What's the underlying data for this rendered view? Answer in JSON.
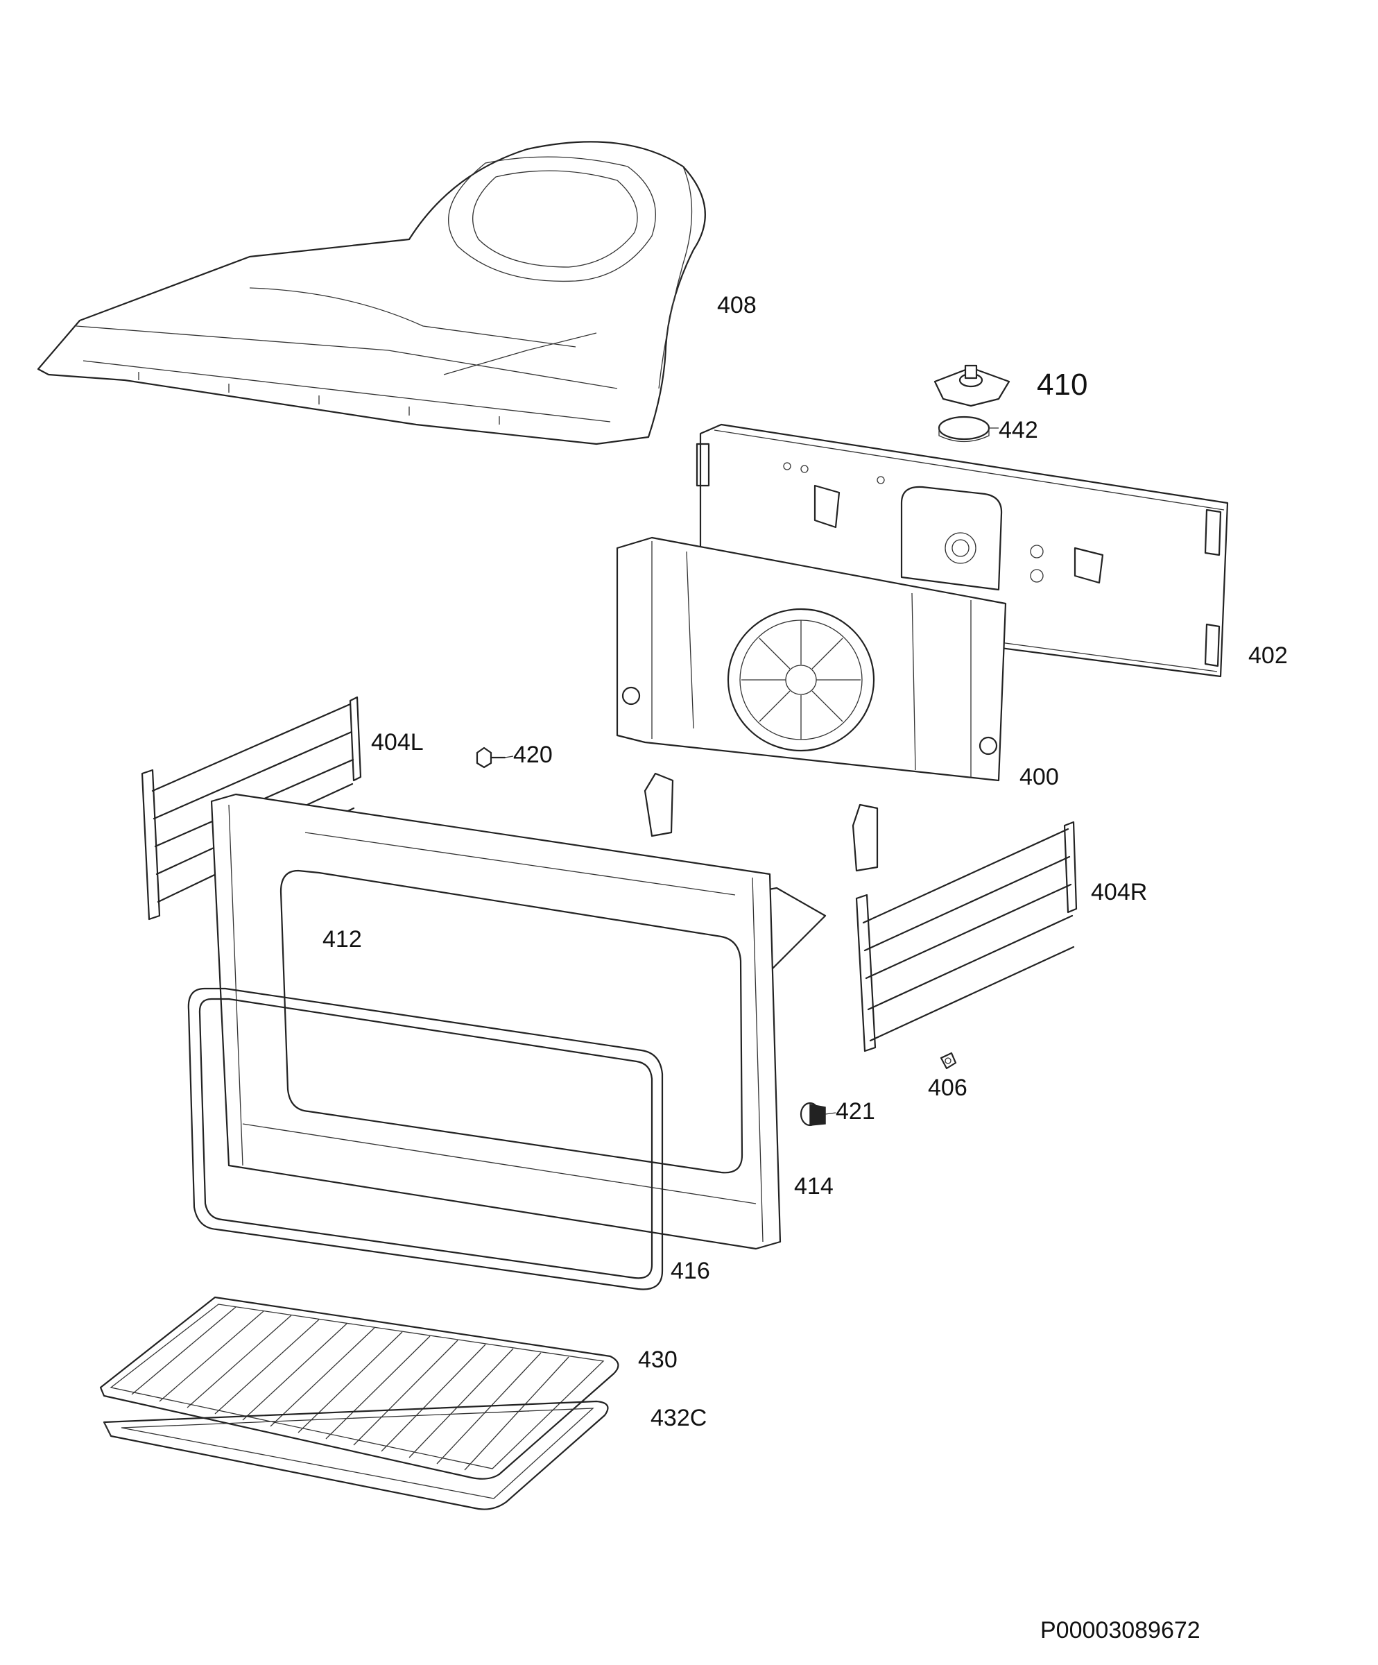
{
  "parts": [
    {
      "id": "408",
      "label": "408"
    },
    {
      "id": "410",
      "label": "410"
    },
    {
      "id": "442",
      "label": "442"
    },
    {
      "id": "402",
      "label": "402"
    },
    {
      "id": "400",
      "label": "400"
    },
    {
      "id": "404L",
      "label": "404L"
    },
    {
      "id": "420",
      "label": "420"
    },
    {
      "id": "404R",
      "label": "404R"
    },
    {
      "id": "412",
      "label": "412"
    },
    {
      "id": "406",
      "label": "406"
    },
    {
      "id": "421",
      "label": "421"
    },
    {
      "id": "414",
      "label": "414"
    },
    {
      "id": "416",
      "label": "416"
    },
    {
      "id": "430",
      "label": "430"
    },
    {
      "id": "432C",
      "label": "432C"
    }
  ],
  "document_code": "P00003089672"
}
